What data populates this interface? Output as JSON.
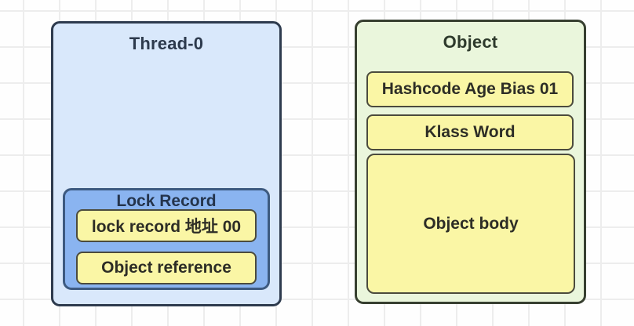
{
  "colors": {
    "canvas_bg": "#fefefe",
    "grid_line": "#ededed",
    "thread_fill": "#d9e8fb",
    "thread_border": "#2e3b4e",
    "thread_title_color": "#2d3a4d",
    "object_fill": "#eaf6dc",
    "object_border": "#373f30",
    "object_title_color": "#2e3a2c",
    "lockrec_fill": "#8ab4f0",
    "lockrec_border": "#3d5a80",
    "lockrec_title_color": "#24344c",
    "cell_fill": "#faf6a5",
    "cell_border": "#4b4b3d",
    "cell_text_color": "#2d2d26"
  },
  "thread": {
    "title": "Thread-0",
    "lock_record": {
      "title": "Lock Record",
      "slots": [
        {
          "label": "lock record 地址 00"
        },
        {
          "label": "Object reference"
        }
      ]
    }
  },
  "object": {
    "title": "Object",
    "slots": [
      {
        "label": "Hashcode Age Bias 01"
      },
      {
        "label": "Klass Word"
      },
      {
        "label": "Object body"
      }
    ]
  }
}
